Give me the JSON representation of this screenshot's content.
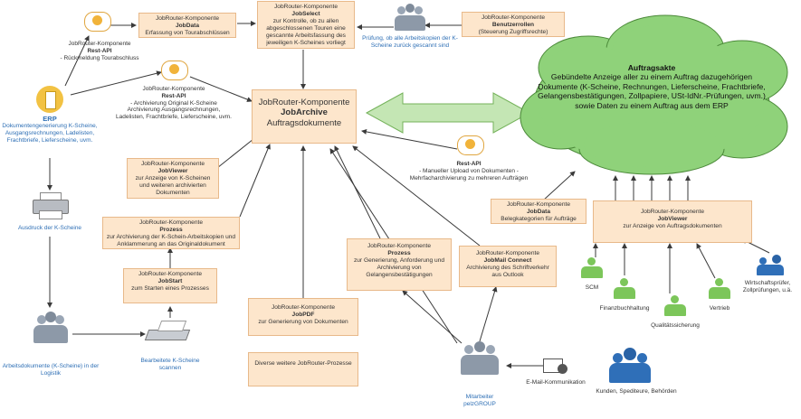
{
  "erp": {
    "title": "ERP",
    "desc": "Dokumentengenerierung K-Scheine, Ausgangsrechnungen, Ladelisten, Frachtbriefe, Lieferscheine, uvm."
  },
  "rest_api_top": {
    "line1": "JobRouter-Komponente",
    "title": "Rest-API",
    "desc": "- Rückmeldung Tourabschluss"
  },
  "rest_api_mid": {
    "line1": "JobRouter-Komponente",
    "title": "Rest-API",
    "desc": "- Archivierung Original K-Scheine Archivierung Ausgangsrechnungen, Ladelisten, Frachtbriefe, Lieferscheine, uvm."
  },
  "rest_api_right": {
    "title": "Rest-API",
    "desc": "- Manueller Upload von Dokumenten - Mehrfacharchivierung zu mehreren Aufträgen"
  },
  "jobdata_top": {
    "line1": "JobRouter-Komponente",
    "title": "JobData",
    "desc": "Erfassung von Tourabschlüssen"
  },
  "jobselect": {
    "line1": "JobRouter-Komponente",
    "title": "JobSelect",
    "desc": "zur Kontrolle, ob zu allen abgeschlossenen Touren eine gescannte Arbeitsfassung des jeweiligen K-Scheines vorliegt"
  },
  "pruefung": {
    "text": "Prüfung, ob alle Arbeitskopien der K-Scheine zurück gescannt sind"
  },
  "benutzerrollen": {
    "line1": "JobRouter-Komponente",
    "title": "Benutzerrollen",
    "desc": "(Steuerung Zugriffsrechte)"
  },
  "jobarchive": {
    "line1": "JobRouter-Komponente",
    "title": "JobArchive",
    "desc": "Auftragsdokumente"
  },
  "auftragsakte": {
    "title": "Auftragsakte",
    "desc": "Gebündelte Anzeige aller zu einem Auftrag dazugehörigen Dokumente (K-Scheine, Rechnungen, Lieferscheine, Frachtbriefe, Gelangensbestätigungen, Zollpapiere, USt-IdNr.-Prüfungen, uvm.) sowie Daten zu einem Auftrag aus dem ERP"
  },
  "jobviewer_left": {
    "line1": "JobRouter-Komponente",
    "title": "JobViewer",
    "desc": "zur Anzeige von K-Scheinen und weiteren archivierten Dokumenten"
  },
  "prozess_left": {
    "line1": "JobRouter-Komponente",
    "title": "Prozess",
    "desc": "zur Archivierung der K-Schein-Arbeitskopien und Anklammerung an das Originaldokument"
  },
  "jobstart": {
    "line1": "JobRouter-Komponente",
    "title": "JobStart",
    "desc": "zum Starten eines Prozesses"
  },
  "jobpdf": {
    "line1": "JobRouter-Komponente",
    "title": "JobPDF",
    "desc": "zur Generierung von Dokumenten"
  },
  "diverse": {
    "text": "Diverse weitere JobRouter-Prozesse"
  },
  "prozess_mid": {
    "line1": "JobRouter-Komponente",
    "title": "Prozess",
    "desc": "zur Generierung, Anforderung und Archivierung von Gelangensbestätigungen"
  },
  "jobmail": {
    "line1": "JobRouter-Komponente",
    "title": "JobMail Connect",
    "desc": "Archivierung des Schriftverkehr aus Outlook"
  },
  "jobdata_right": {
    "line1": "JobRouter-Komponente",
    "title": "JobData",
    "desc": "Belegkategorien für Aufträge"
  },
  "jobviewer_right": {
    "line1": "JobRouter-Komponente",
    "title": "JobViewer",
    "desc": "zur Anzeige von Auftragsdokumenten"
  },
  "printer_label": "Ausdruck der K-Scheine",
  "logistik_label": "Arbeitsdokumente (K-Scheine) in der Logistik",
  "scanner_label": "Bearbeitete K-Scheine scannen",
  "mitarbeiter_label": "Mitarbeiter pelzGROUP",
  "email_label": "E-Mail-Kommunikation",
  "kunden_label": "Kunden, Spediteure, Behörden",
  "roles": {
    "scm": "SCM",
    "finanz": "Finanzbuchhaltung",
    "qualitaet": "Qualitätssicherung",
    "vertrieb": "Vertrieb",
    "wirtschaft": "Wirtschaftsprüfer, Zollprüfungen, u.ä."
  },
  "colors": {
    "box_fill": "#fde6cc",
    "box_border": "#e8b98a",
    "cloud": "#8fd27a",
    "arrow": "#3a3a3a",
    "accent_blue": "#2e6fb5",
    "green_people": "#7cc65a"
  }
}
